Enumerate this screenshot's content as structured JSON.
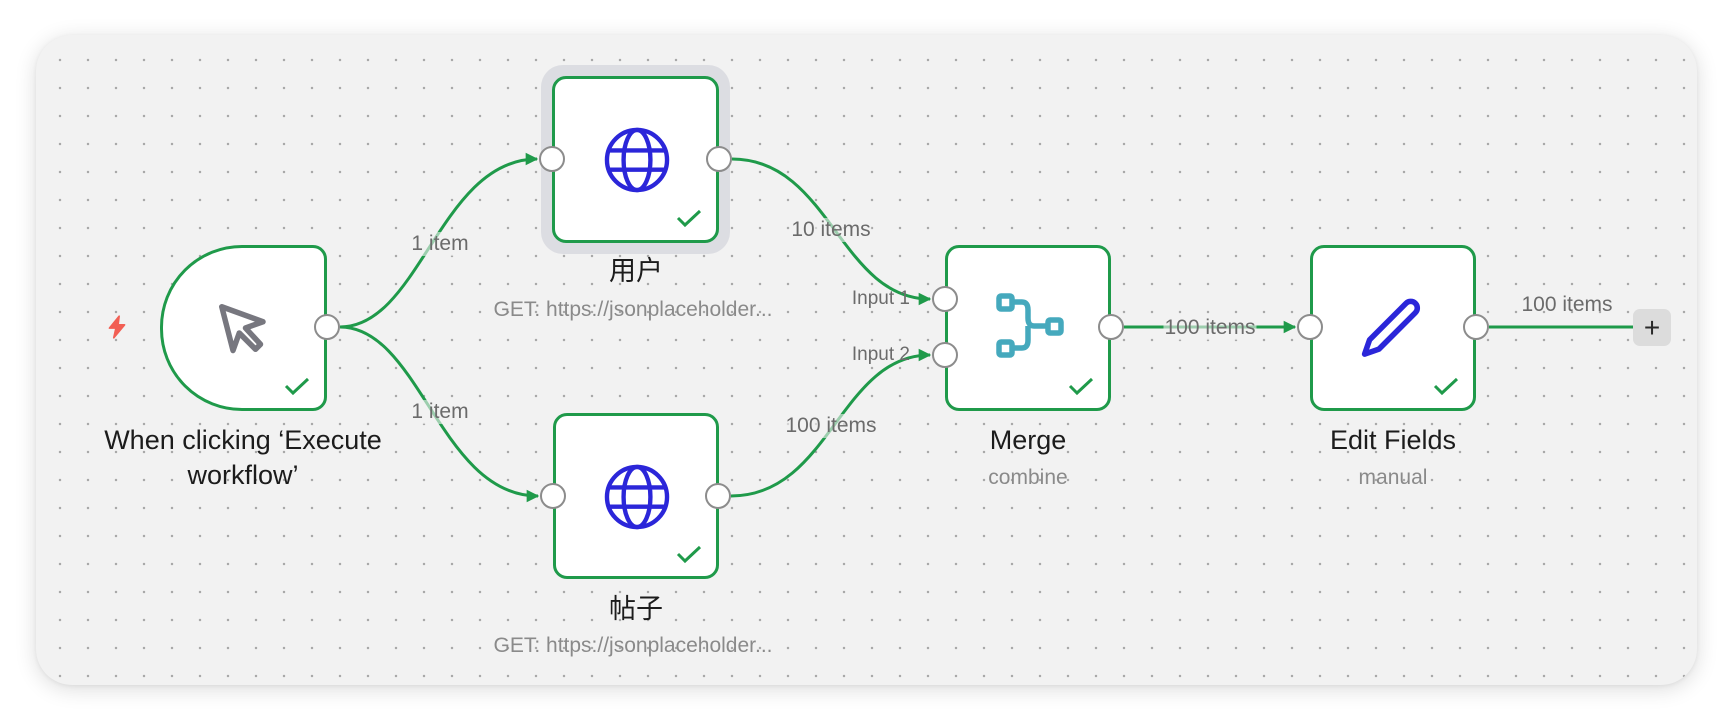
{
  "canvas": {
    "colors": {
      "success_green": "#1f9a4a",
      "http_icon_blue": "#2b26d9",
      "merge_icon_teal": "#45a9bd",
      "trigger_icon_gray": "#77777f",
      "trigger_bolt_red": "#f25f54",
      "selection_halo": "#dcdde2"
    }
  },
  "nodes": {
    "trigger": {
      "title_line1": "When clicking ‘Execute",
      "title_line2": "workflow’",
      "icon": "mouse-pointer-icon",
      "badge": "lightning-bolt-icon",
      "status": "success"
    },
    "users": {
      "title": "用户",
      "subtitle": "GET: https://jsonplaceholder...",
      "icon": "globe-icon",
      "status": "success",
      "selected": true
    },
    "posts": {
      "title": "帖子",
      "subtitle": "GET: https://jsonplaceholder...",
      "icon": "globe-icon",
      "status": "success"
    },
    "merge": {
      "title": "Merge",
      "subtitle": "combine",
      "icon": "merge-icon",
      "status": "success",
      "input1_label": "Input 1",
      "input2_label": "Input 2"
    },
    "edit_fields": {
      "title": "Edit Fields",
      "subtitle": "manual",
      "icon": "pencil-icon",
      "status": "success"
    }
  },
  "edges": {
    "trigger_to_users": "1 item",
    "trigger_to_posts": "1 item",
    "users_to_merge": "10 items",
    "posts_to_merge": "100 items",
    "merge_to_edit": "100 items",
    "edit_to_end": "100 items"
  },
  "add_node_button": {
    "label": "+"
  }
}
